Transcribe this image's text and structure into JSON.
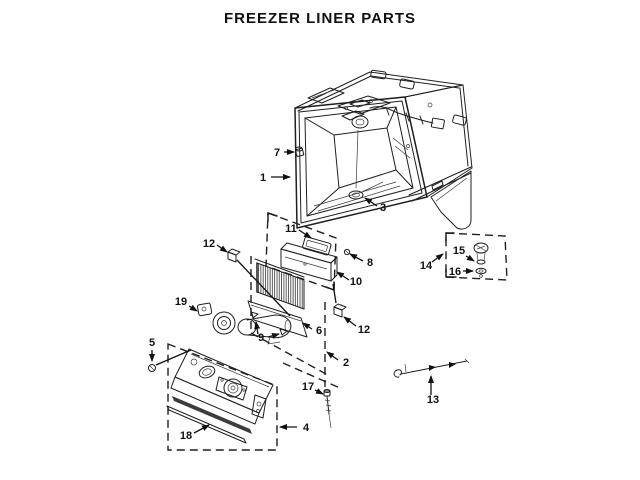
{
  "title": "FREEZER LINER PARTS",
  "callouts": [
    {
      "id": "callout-1",
      "text": "1"
    },
    {
      "id": "callout-2",
      "text": "2"
    },
    {
      "id": "callout-3",
      "text": "3"
    },
    {
      "id": "callout-4",
      "text": "4"
    },
    {
      "id": "callout-5",
      "text": "5"
    },
    {
      "id": "callout-6",
      "text": "6"
    },
    {
      "id": "callout-7",
      "text": "7"
    },
    {
      "id": "callout-8",
      "text": "8"
    },
    {
      "id": "callout-9",
      "text": "9"
    },
    {
      "id": "callout-10",
      "text": "10"
    },
    {
      "id": "callout-11",
      "text": "11"
    },
    {
      "id": "callout-12-left",
      "text": "12"
    },
    {
      "id": "callout-12-right",
      "text": "12"
    },
    {
      "id": "callout-13",
      "text": "13"
    },
    {
      "id": "callout-14",
      "text": "14"
    },
    {
      "id": "callout-15",
      "text": "15"
    },
    {
      "id": "callout-16",
      "text": "16"
    },
    {
      "id": "callout-17",
      "text": "17"
    },
    {
      "id": "callout-18",
      "text": "18"
    },
    {
      "id": "callout-19",
      "text": "19"
    }
  ]
}
